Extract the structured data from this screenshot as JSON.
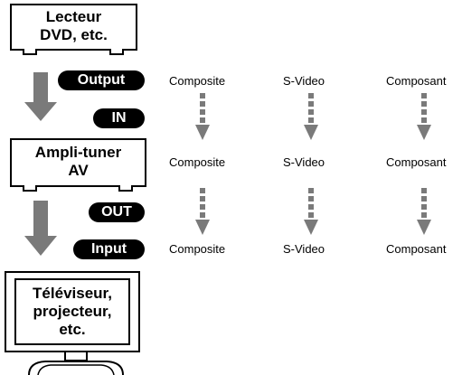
{
  "devices": {
    "source": {
      "line1": "Lecteur",
      "line2": "DVD, etc."
    },
    "receiver": {
      "line1": "Ampli-tuner",
      "line2": "AV"
    },
    "display": {
      "line1": "Téléviseur,",
      "line2": "projecteur,",
      "line3": "etc."
    }
  },
  "connectors": {
    "output": "Output",
    "in": "IN",
    "out": "OUT",
    "input": "Input"
  },
  "signal_rows": [
    [
      "Composite",
      "S-Video",
      "Composant"
    ],
    [
      "Composite",
      "S-Video",
      "Composant"
    ],
    [
      "Composite",
      "S-Video",
      "Composant"
    ]
  ],
  "colors": {
    "arrow_gray": "#7a7a7a",
    "pill_bg": "#000000",
    "pill_text": "#ffffff"
  }
}
